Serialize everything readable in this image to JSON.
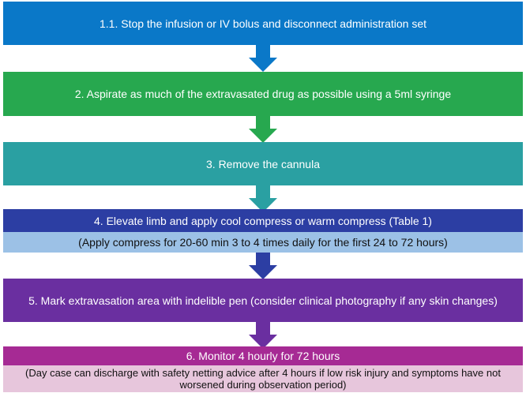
{
  "steps": [
    {
      "label": "1.1. Stop the infusion or IV bolus and disconnect administration set",
      "color": "#0a78c8"
    },
    {
      "label": "2. Aspirate as much of the extravasated drug as possible using a 5ml syringe",
      "color": "#27a84f"
    },
    {
      "label": "3. Remove the cannula",
      "color": "#2aa0a2"
    },
    {
      "label": "4. Elevate limb and apply cool compress or warm compress (Table 1)",
      "color": "#2c3ea3",
      "note": "(Apply compress for 20-60 min 3 to 4 times daily for the first 24 to 72 hours)",
      "note_color": "#9cc1e6"
    },
    {
      "label": "5. Mark extravasation area with indelible pen (consider clinical photography if any skin changes)",
      "color": "#6a2fa0"
    },
    {
      "label": "6. Monitor 4 hourly for 72 hours",
      "color": "#a62a94",
      "note": "(Day case can discharge with safety netting advice after 4 hours if low risk injury  and symptoms have not worsened during observation period)",
      "note_color": "#e7c6dc"
    }
  ],
  "arrow_colors": [
    "#0a78c8",
    "#27a84f",
    "#2aa0a2",
    "#2c3ea3",
    "#6a2fa0"
  ]
}
